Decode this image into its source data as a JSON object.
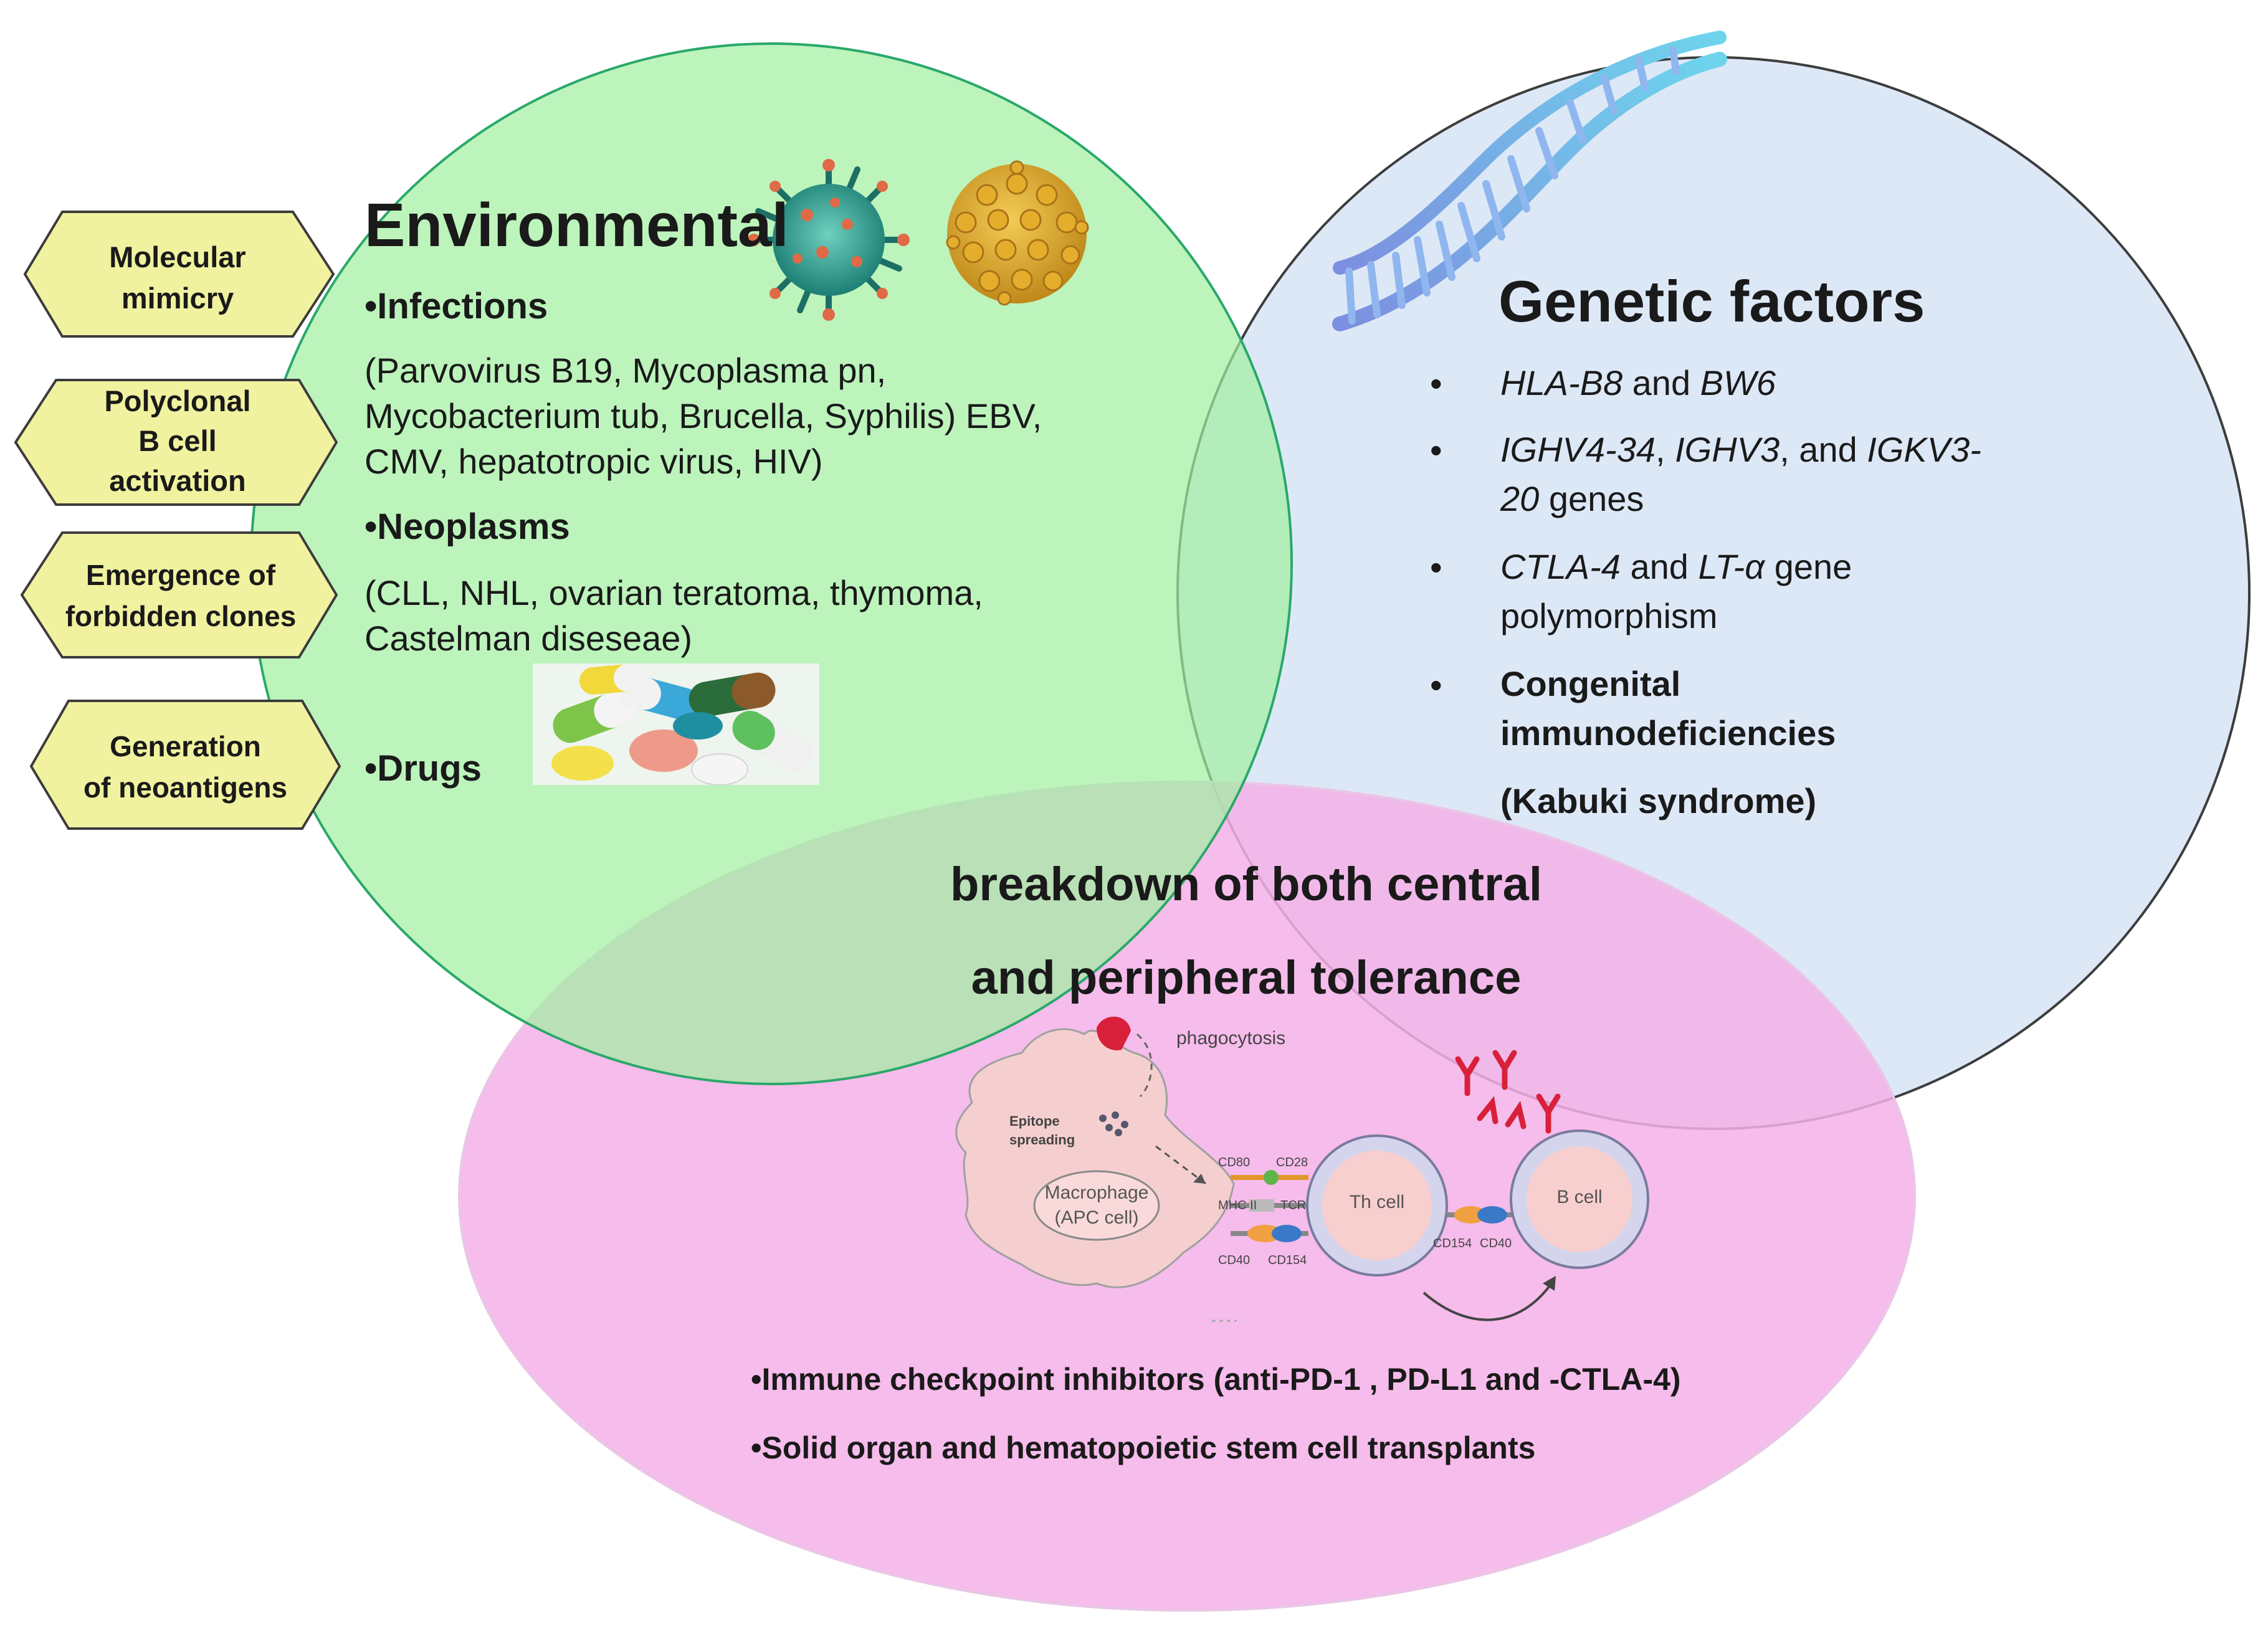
{
  "hexagons": [
    {
      "lines": [
        "Molecular",
        "mimicry"
      ]
    },
    {
      "lines": [
        "Polyclonal",
        "B cell",
        "activation"
      ]
    },
    {
      "lines": [
        "Emergence of",
        "forbidden clones"
      ]
    },
    {
      "lines": [
        "Generation",
        "of neoantigens"
      ]
    }
  ],
  "environmental": {
    "title": "Environmental",
    "infections": "•Infections",
    "infections_lines": [
      "(Parvovirus B19, Mycoplasma pn,",
      "Mycobacterium tub, Brucella, Syphilis) EBV,",
      "CMV, hepatotropic virus, HIV)"
    ],
    "neoplasms": "•Neoplasms",
    "neoplasms_lines": [
      "(CLL, NHL, ovarian teratoma, thymoma,",
      "Castelman diseseae)"
    ],
    "drugs": "•Drugs"
  },
  "genetic": {
    "title": "Genetic factors",
    "bullet": "•",
    "item1": {
      "a": "HLA-B8",
      "b": " and ",
      "c": "BW6"
    },
    "item2": {
      "a": "IGHV4-34",
      "b": ", ",
      "c": "IGHV3",
      "d": ", and ",
      "e": "IGKV3-",
      "f": "20",
      "g": " genes"
    },
    "item3": {
      "a": "CTLA-4",
      "b": " and ",
      "c": "LT-α",
      "d": " gene",
      "e": "polymorphism"
    },
    "item4": {
      "a": "Congenital",
      "b": "immunodeficiencies",
      "c": "(Kabuki syndrome)"
    }
  },
  "center": {
    "line1": "breakdown of both central",
    "line2": "and peripheral tolerance"
  },
  "illustration": {
    "phagocytosis": "phagocytosis",
    "epitope1": "Epitope",
    "epitope2": "spreading",
    "macrophage": "Macrophage",
    "apc": "(APC cell)",
    "th": "Th cell",
    "b": "B cell",
    "cd80": "CD80",
    "cd28": "CD28",
    "mhc": "MHC II",
    "tcr": "TCR",
    "cd40a": "CD40",
    "cd154a": "CD154",
    "cd154b": "CD154",
    "cd40b": "CD40"
  },
  "bottom": {
    "line1": "•Immune checkpoint inhibitors  (anti-PD-1 , PD-L1 and -CTLA-4)",
    "line2": "•Solid organ and hematopoietic stem cell transplants"
  },
  "colors": {
    "green": "#b3f5b3",
    "blue": "#dde8f5",
    "pink": "#f7b8ea",
    "hex_fill": "#f1f2a0",
    "hex_stroke": "#3c3c3c"
  }
}
